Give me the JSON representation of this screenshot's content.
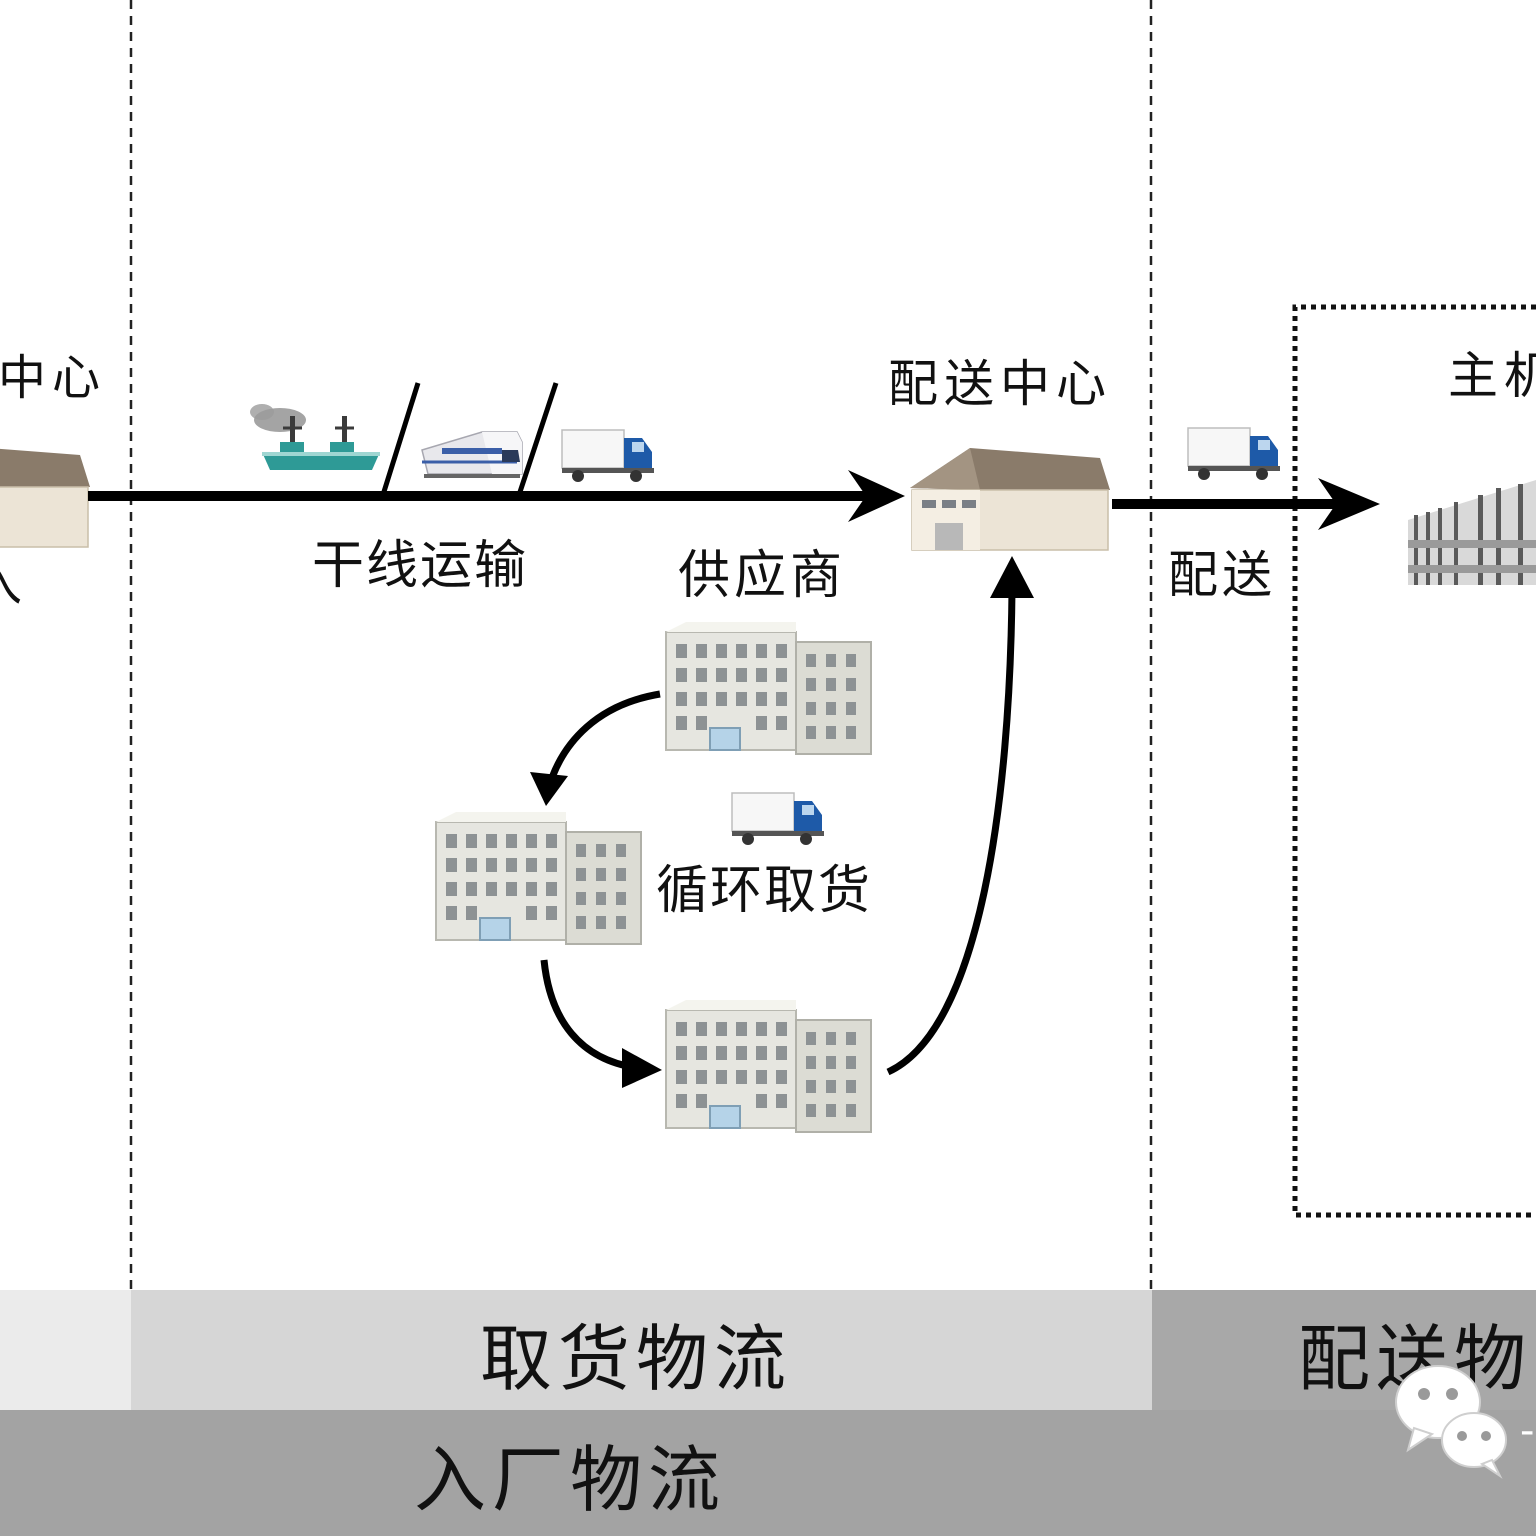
{
  "labels": {
    "left_center_partial": "中心",
    "left_partial_char": "入",
    "trunk_transport": "干线运输",
    "supplier": "供应商",
    "distribution_center": "配送中心",
    "main_partial": "主机",
    "delivery": "配送",
    "milk_run": "循环取货"
  },
  "bands": {
    "pickup_logistics": "取货物流",
    "delivery_logistics_partial": "配送物",
    "inbound_logistics": "入厂物流"
  },
  "icons": {
    "transport_modes": [
      "ship-icon",
      "train-icon",
      "truck-icon"
    ],
    "facilities": [
      "warehouse-icon",
      "office-building-icon",
      "factory-icon"
    ]
  },
  "colors": {
    "band_light": "#d6d6d6",
    "band_dark": "#a8a8a8",
    "truck_cab": "#1e5aa8",
    "ship": "#2e9a96",
    "warehouse_roof": "#8a7b6a",
    "warehouse_wall": "#ece4d6"
  },
  "watermark_text": "-"
}
